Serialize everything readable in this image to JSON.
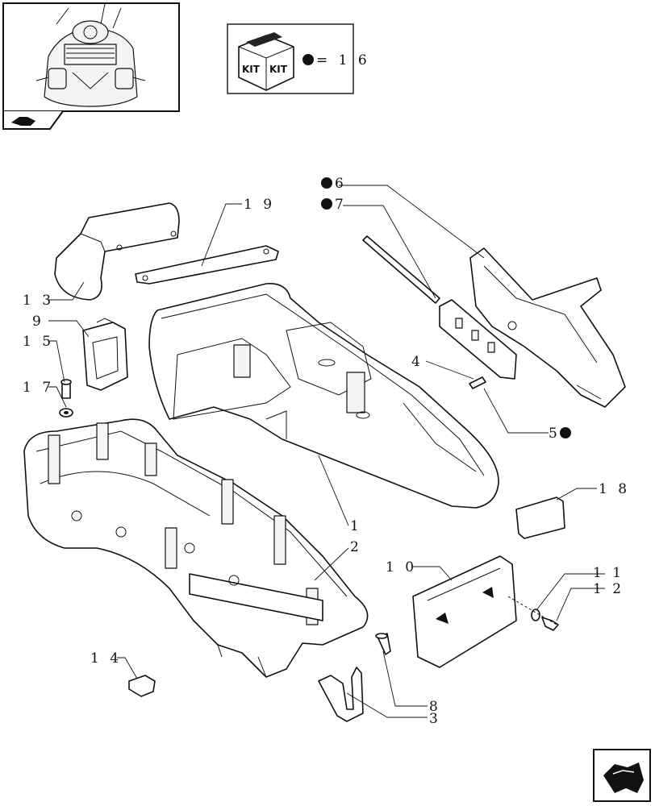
{
  "kit_box": {
    "kit_label_1": "KIT",
    "kit_label_2": "KIT",
    "kit_ref": "= 1 6"
  },
  "labels": {
    "l1": "1",
    "l2": "2",
    "l3": "3",
    "l4": "4",
    "l5": "5",
    "l6": "6",
    "l7": "7",
    "l8": "8",
    "l9": "9",
    "l10": "1 0",
    "l11": "1 1",
    "l12": "1 2",
    "l13": "1 3",
    "l14": "1 4",
    "l15": "1 5",
    "l17": "1 7",
    "l18": "1 8",
    "l19": "1 9"
  },
  "icons": {
    "thumbnail": "tractor-cab-thumbnail",
    "nav_small": "arrow-icon",
    "nav_large": "page-turn-arrow-icon",
    "kit_marker": "kit-dot-icon"
  }
}
